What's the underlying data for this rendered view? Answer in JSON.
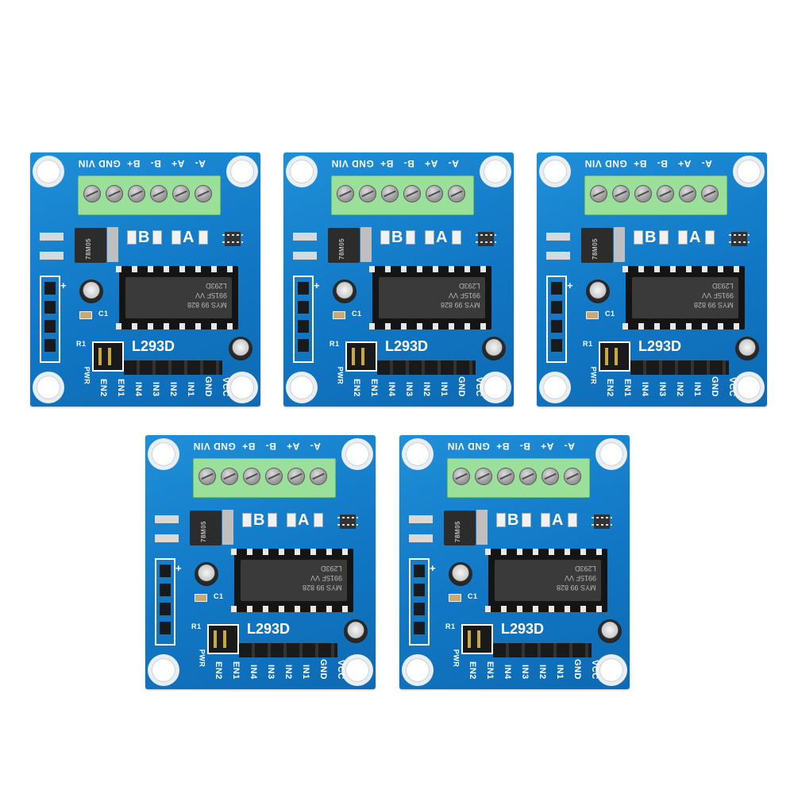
{
  "top_labels": [
    "GND VIN",
    "B+",
    "B-",
    "A+",
    "A-"
  ],
  "led_letters": [
    "B",
    "A"
  ],
  "regulator_text": [
    "78M05"
  ],
  "ic_lines": [
    "L293D",
    "9915F VV",
    "MYS 99 828"
  ],
  "chip_label": "L293D",
  "cap_label": "C1",
  "resistor_label": "R1",
  "plus_sign": "+",
  "pwr_label": "PWR",
  "bottom_labels": [
    "EN2",
    "EN1",
    "IN4",
    "IN3",
    "IN2",
    "IN1",
    "GND",
    "VCC"
  ]
}
